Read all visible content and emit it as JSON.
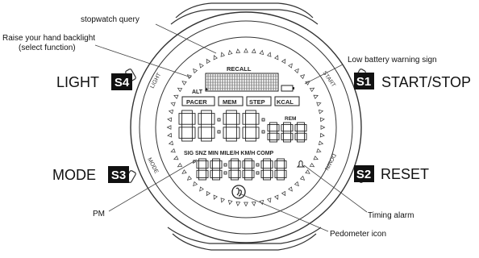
{
  "annotations": {
    "stopwatch_query": "stopwatch query",
    "raise_hand_backlight": "Raise your hand backlight",
    "select_function": "(select function)",
    "low_battery": "Low battery warning sign",
    "pm": "PM",
    "timing_alarm": "Timing alarm",
    "pedometer_icon": "Pedometer icon"
  },
  "buttons": {
    "light": {
      "name": "LIGHT",
      "code": "S4",
      "bezel": "LIGHT"
    },
    "mode": {
      "name": "MODE",
      "code": "S3",
      "bezel": "MODE"
    },
    "start": {
      "name": "START/STOP",
      "code": "S1",
      "bezel": "START"
    },
    "reset": {
      "name": "RESET",
      "code": "S2",
      "bezel": "DOWN"
    }
  },
  "display": {
    "recall": "RECALL",
    "alt": "ALT",
    "tabs": [
      "PACER",
      "MEM",
      "STEP",
      "KCAL"
    ],
    "indicator_row": "SIG SNZ MIN MILE/H KM/H COMP",
    "rem": "REM",
    "p": "P"
  },
  "colors": {
    "line": "#222222",
    "badge_bg": "#111111",
    "badge_fg": "#ffffff"
  }
}
